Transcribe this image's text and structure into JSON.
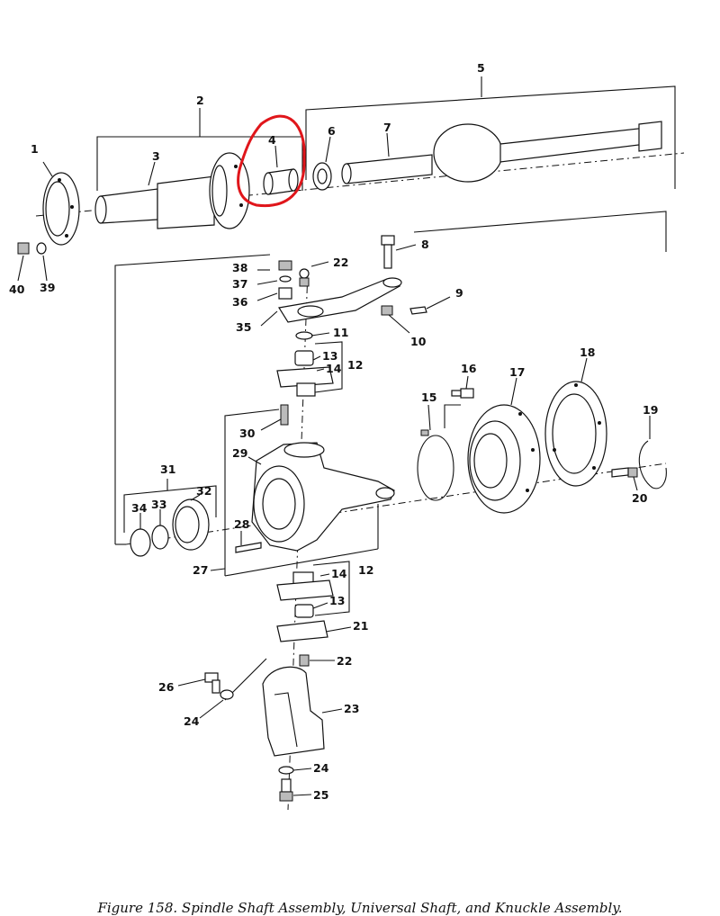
{
  "figure": {
    "caption": "Figure 158.  Spindle Shaft Assembly, Universal Shaft, and Knuckle Assembly.",
    "highlight_color": "#e0161b"
  },
  "callouts": {
    "c1": "1",
    "c2": "2",
    "c3": "3",
    "c4": "4",
    "c5": "5",
    "c6": "6",
    "c7": "7",
    "c8": "8",
    "c9": "9",
    "c10": "10",
    "c11": "11",
    "c12a": "12",
    "c12b": "12",
    "c13a": "13",
    "c13b": "13",
    "c14a": "14",
    "c14b": "14",
    "c15": "15",
    "c16": "16",
    "c17": "17",
    "c18": "18",
    "c19": "19",
    "c20": "20",
    "c21": "21",
    "c22a": "22",
    "c22b": "22",
    "c23": "23",
    "c24a": "24",
    "c24b": "24",
    "c25": "25",
    "c26": "26",
    "c27": "27",
    "c28": "28",
    "c29": "29",
    "c30": "30",
    "c31": "31",
    "c32": "32",
    "c33": "33",
    "c34": "34",
    "c35": "35",
    "c36": "36",
    "c37": "37",
    "c38": "38",
    "c39": "39",
    "c40": "40"
  }
}
